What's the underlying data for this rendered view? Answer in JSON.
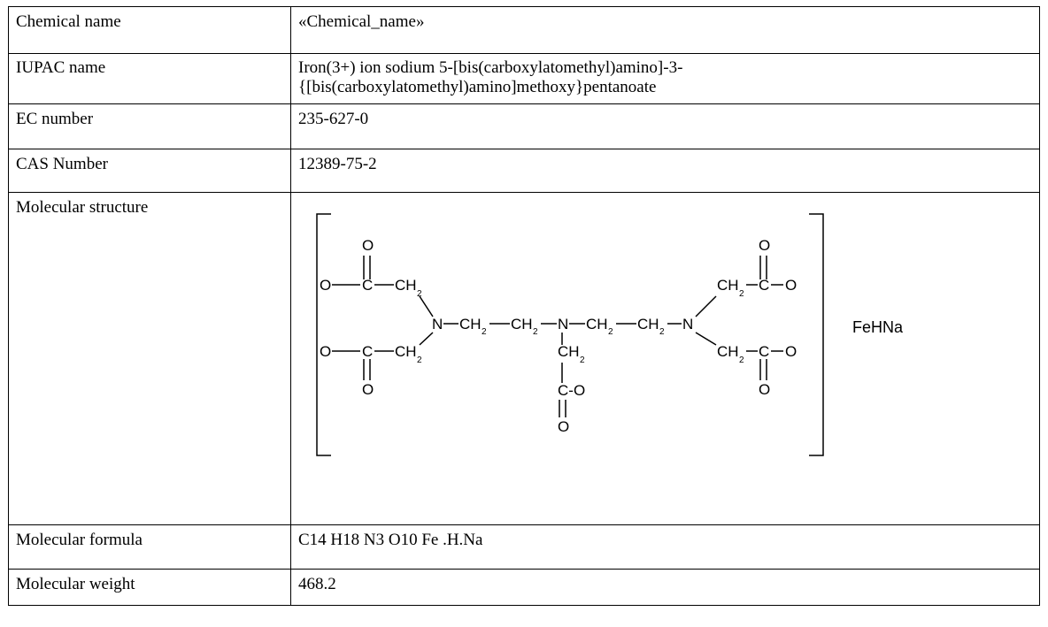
{
  "rows": [
    {
      "label": "Chemical name",
      "value": "«Chemical_name»"
    },
    {
      "label": "IUPAC name",
      "value": "Iron(3+) ion sodium 5-[bis(carboxylatomethyl)amino]-3-{[bis(carboxylatomethyl)amino]methoxy}pentanoate"
    },
    {
      "label": "EC number",
      "value": "235-627-0"
    },
    {
      "label": "CAS Number",
      "value": "12389-75-2"
    },
    {
      "label": "Molecular structure"
    },
    {
      "label": "Molecular formula",
      "value": "C14 H18 N3 O10 Fe .H.Na"
    },
    {
      "label": "Molecular weight",
      "value": "468.2"
    }
  ],
  "structure": {
    "atom_O": "O",
    "atom_C": "C",
    "atom_N": "N",
    "atom_CH": "CH",
    "subscript_2": "2",
    "atom_CO": "C-O",
    "counter_ion": "FeHNa"
  }
}
